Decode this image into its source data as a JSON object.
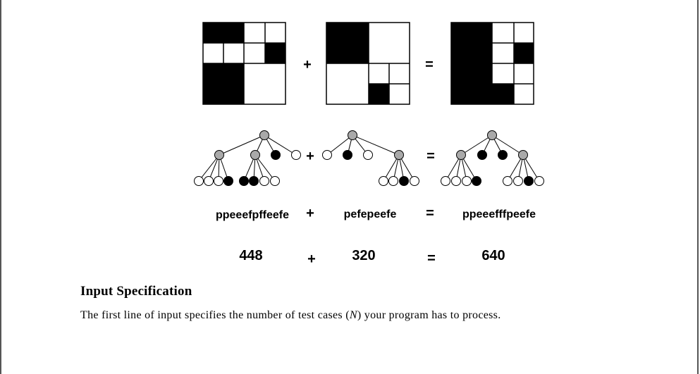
{
  "figure": {
    "operators": {
      "plus": "+",
      "equals": "="
    },
    "quadtrees": [
      {
        "encoding": "ppeeefpffeefe",
        "pixels": "448"
      },
      {
        "encoding": "pefepeefe",
        "pixels": "320"
      },
      {
        "encoding": "ppeeefffpeefe",
        "pixels": "640"
      }
    ]
  },
  "section": {
    "heading": "Input Specification",
    "text_before": "The first line of input specifies the number of test cases (",
    "variable": "N",
    "text_after": ") your program has to process."
  }
}
